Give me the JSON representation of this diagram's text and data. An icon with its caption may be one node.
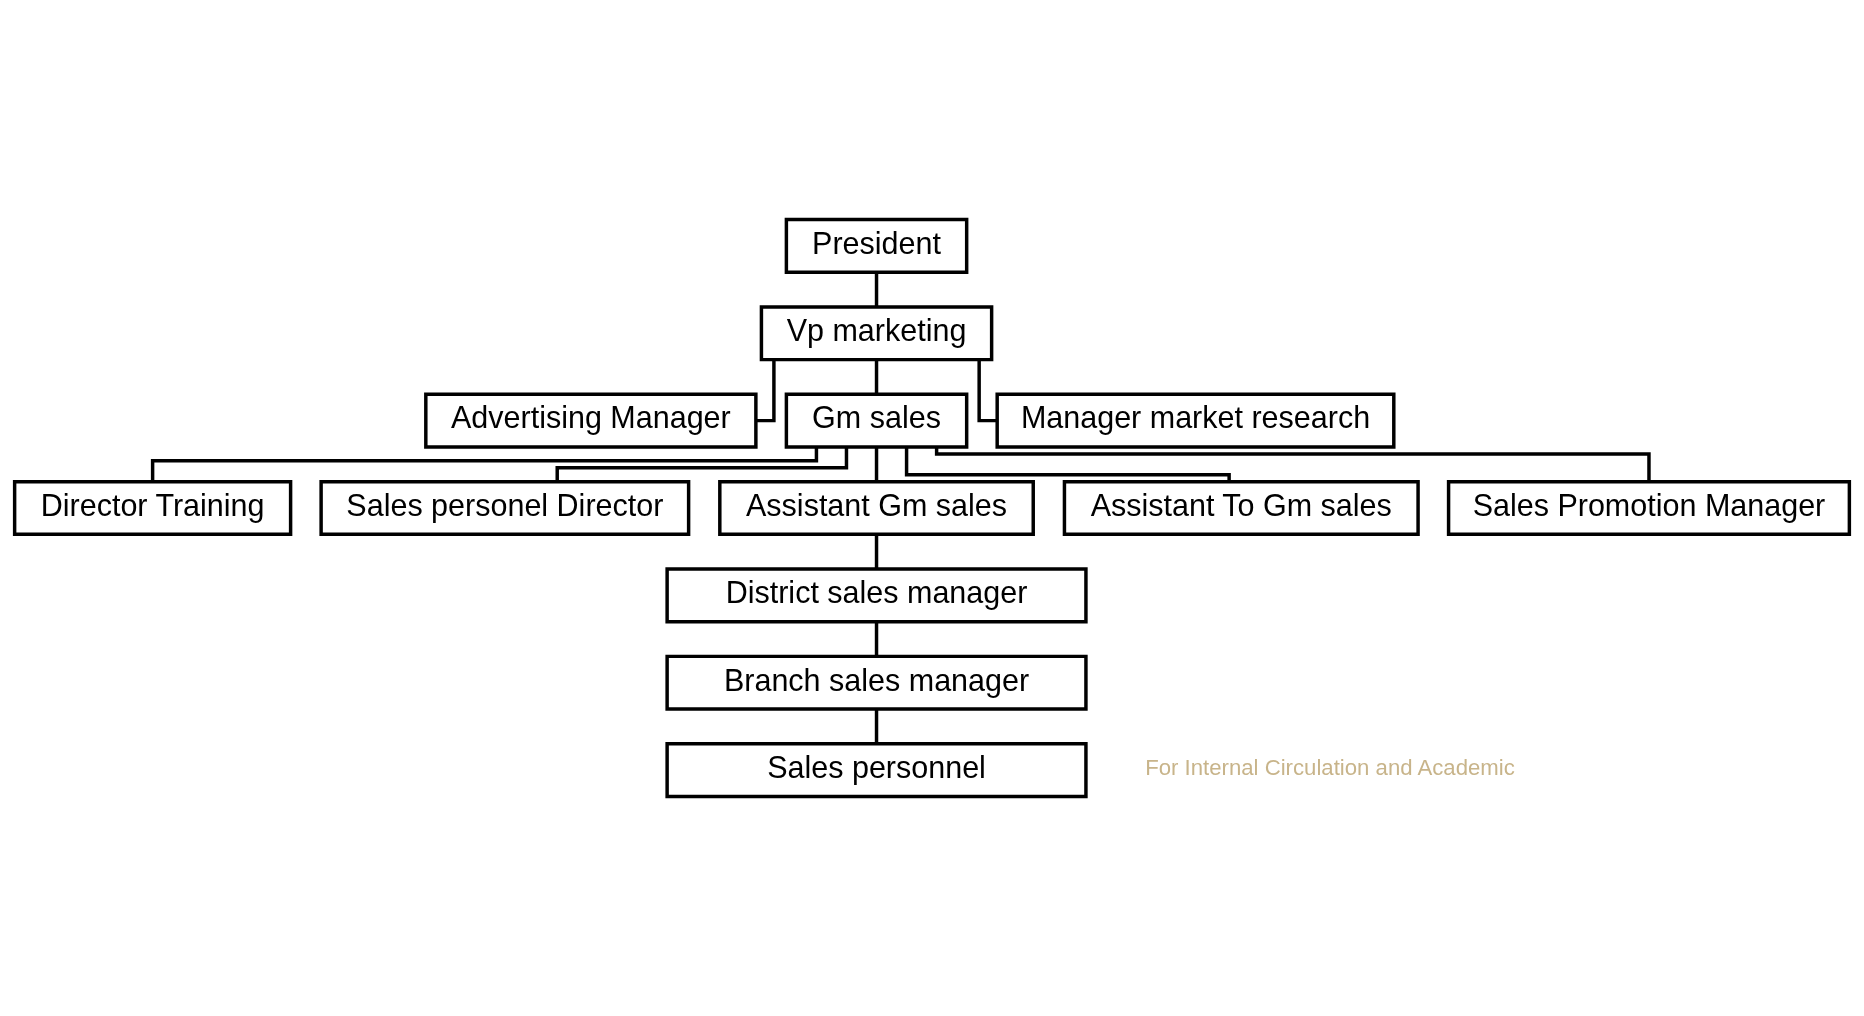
{
  "diagram": {
    "nodes": [
      {
        "text": [
          "President"
        ]
      },
      {
        "text": [
          "Vp marketing"
        ]
      },
      {
        "text": [
          "Advertising Manager"
        ]
      },
      {
        "text": [
          "Gm sales"
        ]
      },
      {
        "text": [
          "Manager market research"
        ]
      },
      {
        "text": [
          "Director Training"
        ]
      },
      {
        "text": [
          "Sales personel Director"
        ]
      },
      {
        "text": [
          "Assistant Gm sales"
        ]
      },
      {
        "text": [
          "Assistant To Gm sales"
        ]
      },
      {
        "text": [
          "Sales Promotion Manager"
        ]
      },
      {
        "text": [
          "District sales manager"
        ]
      },
      {
        "text": [
          "Branch sales manager"
        ]
      },
      {
        "text": [
          "Sales personnel"
        ]
      }
    ],
    "edges": [
      {
        "from": 0,
        "to": 1,
        "arrow": "none"
      },
      {
        "from": 1,
        "to": 2,
        "arrow": "none"
      },
      {
        "from": 1,
        "to": 3,
        "arrow": "none"
      },
      {
        "from": 1,
        "to": 4,
        "arrow": "none"
      },
      {
        "from": 3,
        "to": 5,
        "arrow": "none"
      },
      {
        "from": 3,
        "to": 6,
        "arrow": "none"
      },
      {
        "from": 3,
        "to": 7,
        "arrow": "none"
      },
      {
        "from": 3,
        "to": 8,
        "arrow": "none"
      },
      {
        "from": 3,
        "to": 9,
        "arrow": "none"
      },
      {
        "from": 7,
        "to": 10,
        "arrow": "none"
      },
      {
        "from": 10,
        "to": 11,
        "arrow": "none"
      },
      {
        "from": 11,
        "to": 12,
        "arrow": "none"
      }
    ],
    "labels": [
      "For Internal Circulation and Academic"
    ]
  }
}
